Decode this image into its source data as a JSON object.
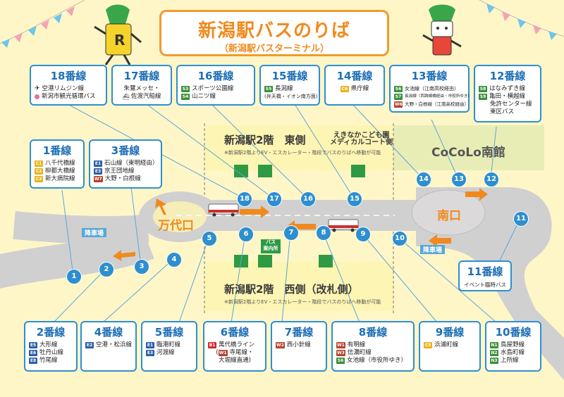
{
  "title": {
    "main": "新潟駅バスのりば",
    "sub": "（新潟駅バスターミナル）"
  },
  "buildings": {
    "east_title": "新潟駅2階　東側",
    "east_sub1": "えきなかこども園",
    "east_sub2": "メディカルコート側",
    "east_note": "※新潟駅2階よりEV・エスカレーター・階段でバスのりばへ移動が可能",
    "west_title": "新潟駅2階　西側（改札側）",
    "west_note": "※新潟駅2階よりEV・エスカレーター・階段でバスのりばへ移動が可能",
    "cocolo": "CoCoLo南館"
  },
  "areas": {
    "bandaiguchi": "万代口",
    "minamiguchi": "南口",
    "kousha1": "降車場",
    "kousha2": "降車場",
    "info1": "バス",
    "info2": "案内所"
  },
  "stops": [
    "1",
    "2",
    "3",
    "4",
    "5",
    "6",
    "7",
    "8",
    "9",
    "10",
    "11",
    "12",
    "13",
    "14",
    "15",
    "16",
    "17",
    "18"
  ],
  "cards": {
    "c18": {
      "title": "18番線",
      "rows": [
        {
          "icon": "plane-icon",
          "text": "空港リムジン線"
        },
        {
          "icon": "dot-icon",
          "text": "新潟市観光循環バス"
        }
      ]
    },
    "c17": {
      "title": "17番線",
      "rows": [
        {
          "text": "朱鷺メッセ・"
        },
        {
          "icon": "ship-icon",
          "text": "佐渡汽船線"
        }
      ]
    },
    "c16": {
      "title": "16番線",
      "rows": [
        {
          "badge": "S3",
          "color": "#3a8f3a",
          "text": "スポーツ公園線"
        },
        {
          "badge": "S4",
          "color": "#3a8f3a",
          "text": "山ニツ線"
        }
      ]
    },
    "c15": {
      "title": "15番線",
      "rows": [
        {
          "badge": "S5",
          "color": "#3a8f3a",
          "text": "長潟線"
        },
        {
          "text": "(弁天橋・イオン南方面)"
        }
      ]
    },
    "c14": {
      "title": "14番線",
      "rows": [
        {
          "badge": "C6",
          "color": "#e9b21c",
          "text": "県庁線"
        }
      ]
    },
    "c13": {
      "title": "13番線",
      "rows": [
        {
          "badge": "S6",
          "color": "#3a8f3a",
          "text": "女池線（江南高校経由）"
        },
        {
          "badge": "S7",
          "color": "#3a8f3a",
          "text": "長潟線（西跨線橋経由・市役所ゆき）"
        },
        {
          "badge": "W6",
          "color": "#b5432f",
          "text": "大野・白根線（江南高校経由）"
        }
      ]
    },
    "c12": {
      "title": "12番線",
      "rows": [
        {
          "badge": "S8",
          "color": "#3a8f3a",
          "text": "はなみずき線"
        },
        {
          "badge": "S9",
          "color": "#3a8f3a",
          "text": "亀田・横越線"
        },
        {
          "text": "免許センター線"
        },
        {
          "text": "東区バス"
        }
      ]
    },
    "c1": {
      "title": "1番線",
      "rows": [
        {
          "badge": "C1",
          "color": "#e9b21c",
          "text": "八千代橋線"
        },
        {
          "badge": "C2",
          "color": "#e9b21c",
          "text": "柳都大橋線"
        },
        {
          "badge": "C3",
          "color": "#e9b21c",
          "text": "新大病院線"
        }
      ]
    },
    "c3": {
      "title": "3番線",
      "rows": [
        {
          "badge": "E1",
          "color": "#2b5ea8",
          "text": "石山線（東明経由）"
        },
        {
          "badge": "E3",
          "color": "#2b5ea8",
          "text": "京王団地線"
        },
        {
          "badge": "W7",
          "color": "#b5432f",
          "text": "大野・白根線"
        }
      ]
    },
    "c2": {
      "title": "2番線",
      "rows": [
        {
          "badge": "E5",
          "color": "#2b5ea8",
          "text": "大形線"
        },
        {
          "badge": "E6",
          "color": "#2b5ea8",
          "text": "牡丹山線"
        },
        {
          "badge": "E8",
          "color": "#2b5ea8",
          "text": "竹尾線"
        }
      ]
    },
    "c4": {
      "title": "4番線",
      "rows": [
        {
          "badge": "E2",
          "color": "#2b5ea8",
          "text": "空港・松浜線"
        }
      ]
    },
    "c5": {
      "title": "5番線",
      "rows": [
        {
          "badge": "E1",
          "color": "#2b5ea8",
          "text": "臨港町線"
        },
        {
          "badge": "E3",
          "color": "#2b5ea8",
          "text": "河渡線"
        }
      ]
    },
    "c6": {
      "title": "6番線",
      "rows": [
        {
          "badge": "B1",
          "color": "#d8262d",
          "text": "萬代橋ライン"
        },
        {
          "badge": "W1",
          "color": "#b5432f",
          "text": "寺尾線・"
        },
        {
          "text": "大堀線直通)"
        }
      ]
    },
    "c7": {
      "title": "7番線",
      "rows": [
        {
          "badge": "W2",
          "color": "#b5432f",
          "text": "西小針線"
        }
      ]
    },
    "c8": {
      "title": "8番線",
      "rows": [
        {
          "badge": "W1",
          "color": "#b5432f",
          "text": "有明線"
        },
        {
          "badge": "W3",
          "color": "#b5432f",
          "text": "信濃町線"
        },
        {
          "badge": "S6",
          "color": "#3a8f3a",
          "text": "女池線（市役所ゆき）"
        }
      ]
    },
    "c9": {
      "title": "9番線",
      "rows": [
        {
          "badge": "C5",
          "color": "#e9b21c",
          "text": "浜浦町線"
        }
      ]
    },
    "c10": {
      "title": "10番線",
      "rows": [
        {
          "badge": "N1",
          "color": "#3a8f3a",
          "text": "鳥屋野線"
        },
        {
          "badge": "N2",
          "color": "#3a8f3a",
          "text": "水島町線"
        },
        {
          "badge": "N3",
          "color": "#3a8f3a",
          "text": "上所線"
        }
      ]
    },
    "c11": {
      "title": "11番線",
      "rows": [
        {
          "text": "イベント臨時バス"
        }
      ]
    }
  }
}
